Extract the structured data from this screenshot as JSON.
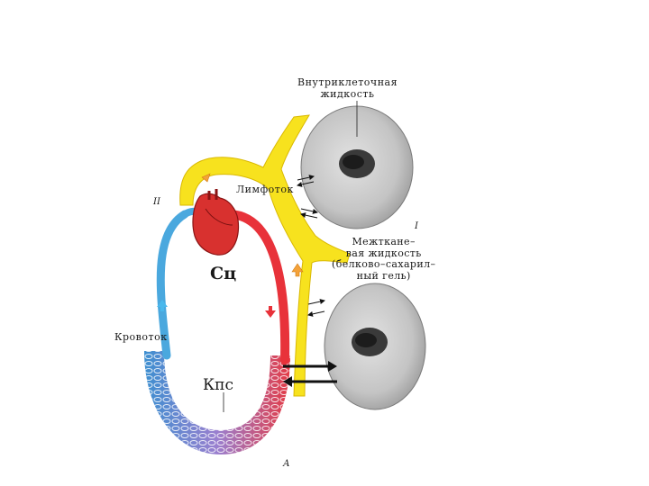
{
  "labels": {
    "intracellular_line1": "Внутриклеточная",
    "intracellular_line2": "жидкость",
    "lymph_flow": "Лимфоток",
    "interstitial_line1": "Межткане–",
    "interstitial_line2": "вая жидкость",
    "interstitial_line3": "(белково–сахарил–",
    "interstitial_line4": "ный гель)",
    "blood_flow": "Кровоток",
    "sc": "Сц",
    "kps": "Кпс",
    "roman_two": "II",
    "roman_one": "I",
    "letter_a": "А"
  },
  "colors": {
    "lymph": "#f7e21e",
    "lymph_edge": "#d9b800",
    "venous": "#4aa8de",
    "arterial": "#e8323a",
    "heart": "#d8312f",
    "cell_body": "#c9c9c9",
    "nucleus": "#333333",
    "arrow_orange": "#f4a23a"
  }
}
